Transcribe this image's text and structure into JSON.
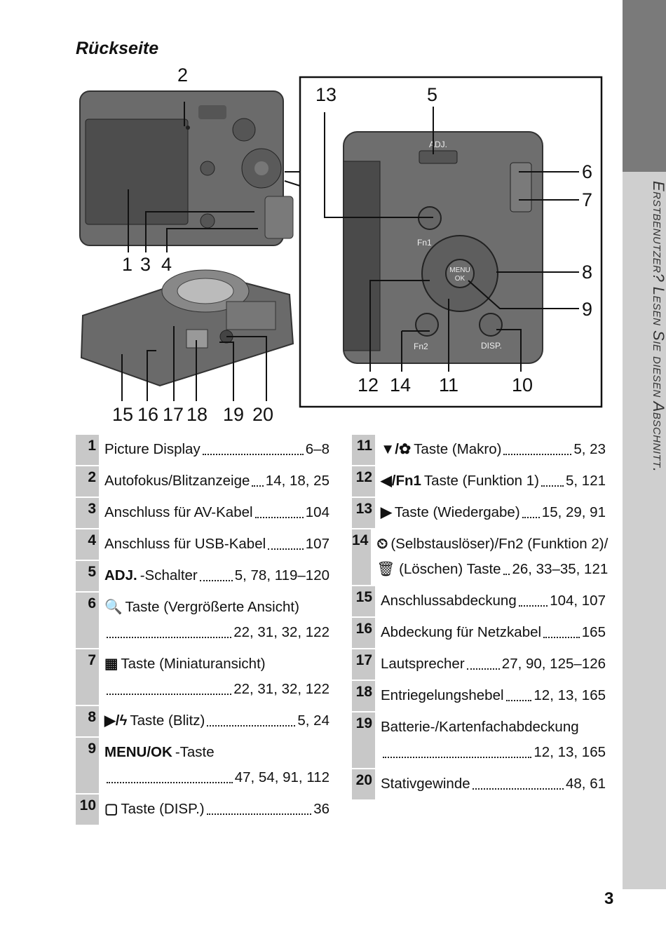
{
  "section_title": "Rückseite",
  "side_tab": {
    "text": "Erstbenutzer? Lesen Sie diesen Abschnitt."
  },
  "page_number": "3",
  "callouts": [
    "1",
    "2",
    "3",
    "4",
    "5",
    "6",
    "7",
    "8",
    "9",
    "10",
    "11",
    "12",
    "13",
    "14",
    "15",
    "16",
    "17",
    "18",
    "19",
    "20"
  ],
  "diagram_text": {
    "adj": "ADJ.",
    "fn1": "Fn1",
    "fn2": "Fn2",
    "menu": "MENU",
    "ok": "OK",
    "disp": "DISP."
  },
  "left_items": [
    {
      "n": "1",
      "pre": "",
      "label": "Picture Display",
      "pages": "6–8"
    },
    {
      "n": "2",
      "pre": "",
      "label": "Autofokus/Blitzanzeige",
      "pages": "14, 18, 25"
    },
    {
      "n": "3",
      "pre": "",
      "label": "Anschluss für AV-Kabel",
      "pages": "104"
    },
    {
      "n": "4",
      "pre": "",
      "label": "Anschluss für USB-Kabel",
      "pages": "107"
    },
    {
      "n": "5",
      "pre": "ADJ.",
      "label": "-Schalter",
      "pages": "5, 78, 119–120"
    },
    {
      "n": "6",
      "pre": "🔍",
      "label": "Taste (Vergrößerte Ansicht)",
      "pages": "22, 31, 32, 122",
      "wrap": true
    },
    {
      "n": "7",
      "pre": "▦",
      "label": "Taste (Miniaturansicht)",
      "pages": "22, 31, 32, 122",
      "wrap": true
    },
    {
      "n": "8",
      "pre": "▶/ϟ",
      "label": "Taste (Blitz)",
      "pages": "5, 24"
    },
    {
      "n": "9",
      "pre": "MENU/OK",
      "label": "-Taste",
      "pages": "47, 54, 91, 112",
      "wrap": true
    },
    {
      "n": "10",
      "pre": "▢",
      "label": "Taste (DISP.)",
      "pages": "36"
    }
  ],
  "right_items": [
    {
      "n": "11",
      "pre": "▼/✿",
      "label": "Taste (Makro)",
      "pages": "5, 23"
    },
    {
      "n": "12",
      "pre": "◀/Fn1",
      "label": "Taste (Funktion 1)",
      "pages": "5, 121"
    },
    {
      "n": "13",
      "pre": "▶",
      "label": "Taste (Wiedergabe)",
      "pages": "15, 29, 91"
    },
    {
      "n": "14",
      "pre": "⏲",
      "label": "(Selbstauslöser)/Fn2 (Funktion 2)/",
      "line2": "🗑 (Löschen) Taste",
      "pages": "26, 33–35, 121"
    },
    {
      "n": "15",
      "pre": "",
      "label": "Anschlussabdeckung",
      "pages": "104, 107"
    },
    {
      "n": "16",
      "pre": "",
      "label": "Abdeckung für Netzkabel",
      "pages": "165"
    },
    {
      "n": "17",
      "pre": "",
      "label": "Lautsprecher",
      "pages": "27, 90, 125–126"
    },
    {
      "n": "18",
      "pre": "",
      "label": "Entriegelungshebel",
      "pages": "12, 13, 165"
    },
    {
      "n": "19",
      "pre": "",
      "label": "Batterie-/Kartenfachabdeckung",
      "pages": "12, 13, 165",
      "wrap": true
    },
    {
      "n": "20",
      "pre": "",
      "label": "Stativgewinde",
      "pages": "48, 61"
    }
  ]
}
